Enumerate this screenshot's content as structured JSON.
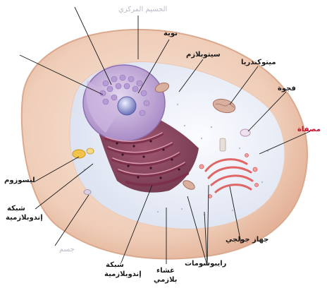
{
  "labels": {
    "top_faint": "الجسيم المركزي",
    "nucleolus": "نوية",
    "cytoplasm": "سيتوبلازم",
    "mitochondria": "ميتوكندريا",
    "vacuole": "فجوة",
    "sieve": "مصفاة",
    "lysosome": "ليسوزوم",
    "smooth_er_line1": "شبكة",
    "smooth_er_line2": "إندوبلازمية",
    "left_faint": "جسم",
    "rough_er_line1": "شبكة",
    "rough_er_line2": "إندوبلازمية",
    "membrane_line1": "غشاء",
    "membrane_line2": "بلازمي",
    "ribosomes": "رايبوسومات",
    "golgi": "جهاز جولجي"
  },
  "colors": {
    "label_dark": "#1a1a1a",
    "label_red": "#c8102e",
    "membrane": "#efcdb8",
    "cytoplasm": "#e8ecf6",
    "nucleus": "#c0a6d8",
    "er": "#a5566e",
    "golgi": "#e26a6a"
  }
}
